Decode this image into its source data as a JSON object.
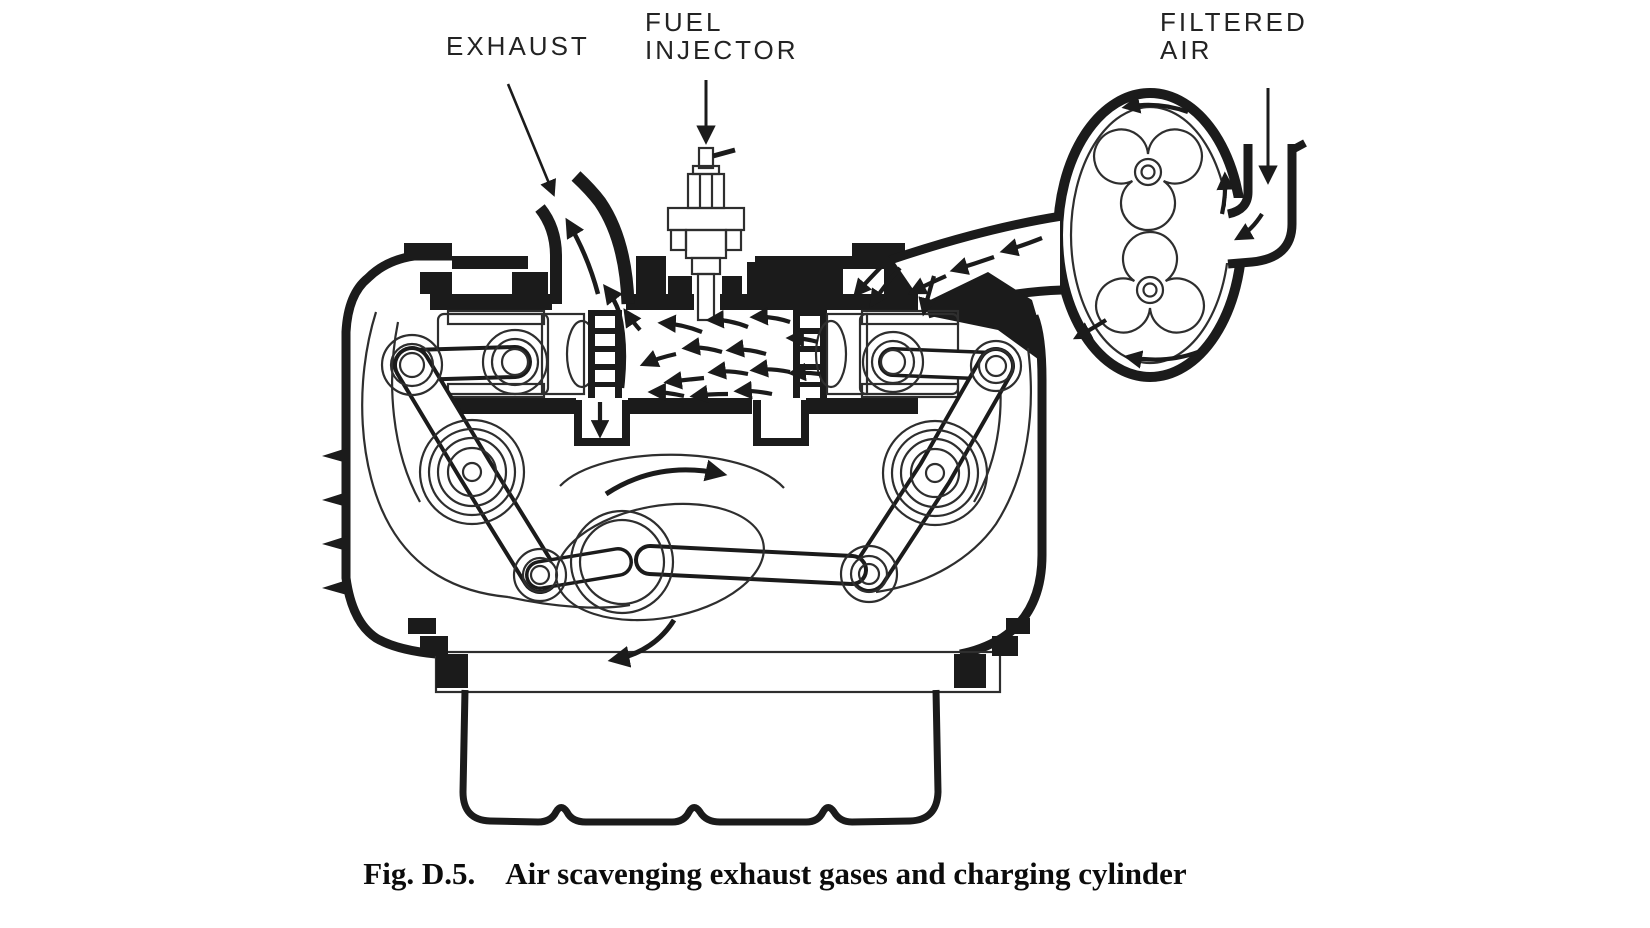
{
  "figure": {
    "labels": {
      "exhaust": "EXHAUST",
      "fuel_injector": [
        "FUEL",
        "INJECTOR"
      ],
      "filtered_air": [
        "FILTERED",
        "AIR"
      ]
    },
    "caption": {
      "fig_number": "Fig. D.5.",
      "title": "Air scavenging exhaust gases and charging cylinder"
    },
    "colors": {
      "ink": "#1b1b1b",
      "paper": "#ffffff",
      "shaded_metal": "#b4b4b4"
    }
  }
}
